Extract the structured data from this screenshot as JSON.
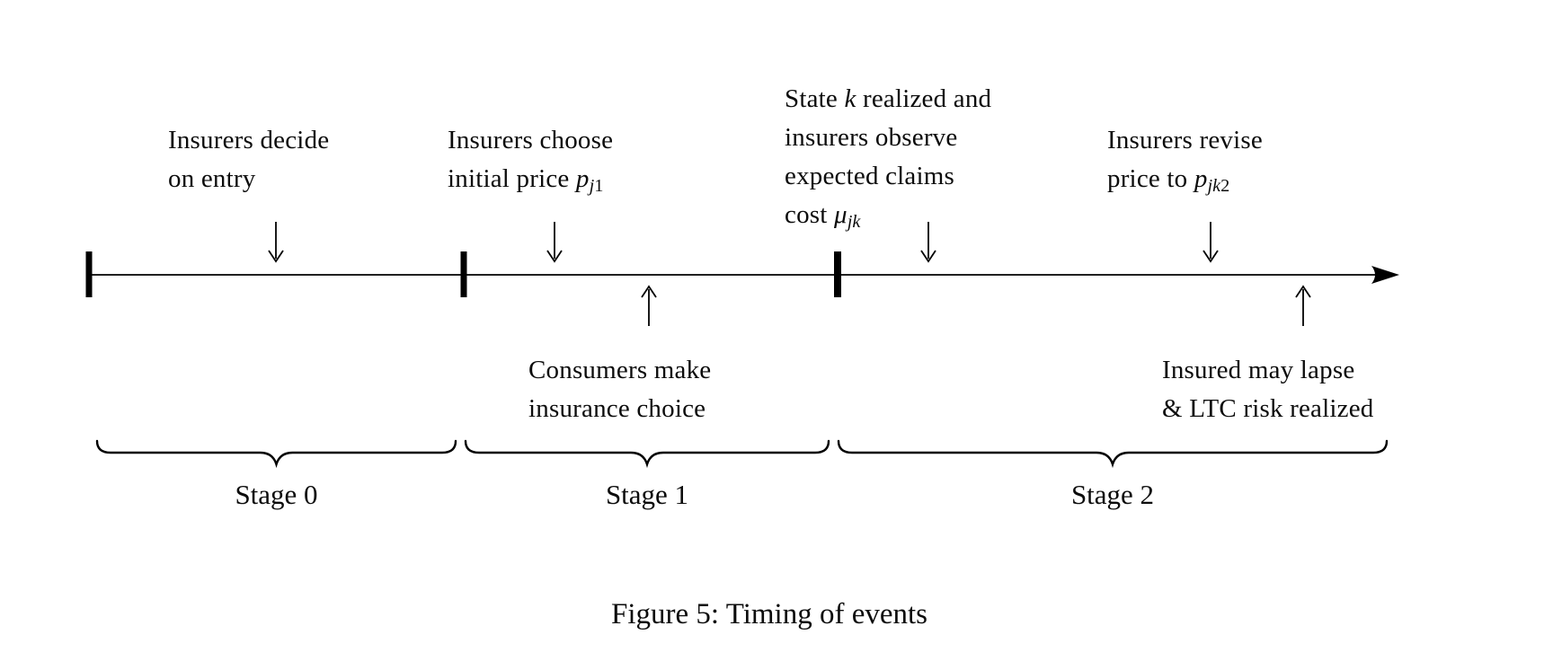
{
  "events": {
    "entry": {
      "line1": "Insurers decide",
      "line2": "on entry"
    },
    "initial_price": {
      "line1": "Insurers choose",
      "line2_pre": "initial price ",
      "line2_var": "p",
      "line2_sub_it": "j",
      "line2_sub_num": "1"
    },
    "state": {
      "line1_pre": "State ",
      "line1_var": "k",
      "line1_post": " realized and",
      "line2": "insurers observe",
      "line3": "expected claims",
      "line4_pre": "cost ",
      "line4_var": "μ",
      "line4_sub_it": "jk"
    },
    "revise": {
      "line1": "Insurers revise",
      "line2_pre": "price to ",
      "line2_var": "p",
      "line2_sub_it": "jk",
      "line2_sub_num": "2"
    },
    "consumers": {
      "line1": "Consumers make",
      "line2": "insurance choice"
    },
    "lapse": {
      "line1": "Insured may lapse",
      "line2": "& LTC risk realized"
    }
  },
  "stages": [
    {
      "label": "Stage 0"
    },
    {
      "label": "Stage 1"
    },
    {
      "label": "Stage 2"
    }
  ],
  "caption": "Figure 5: Timing of events",
  "colors": {
    "ink": "#000000",
    "background": "#ffffff"
  }
}
